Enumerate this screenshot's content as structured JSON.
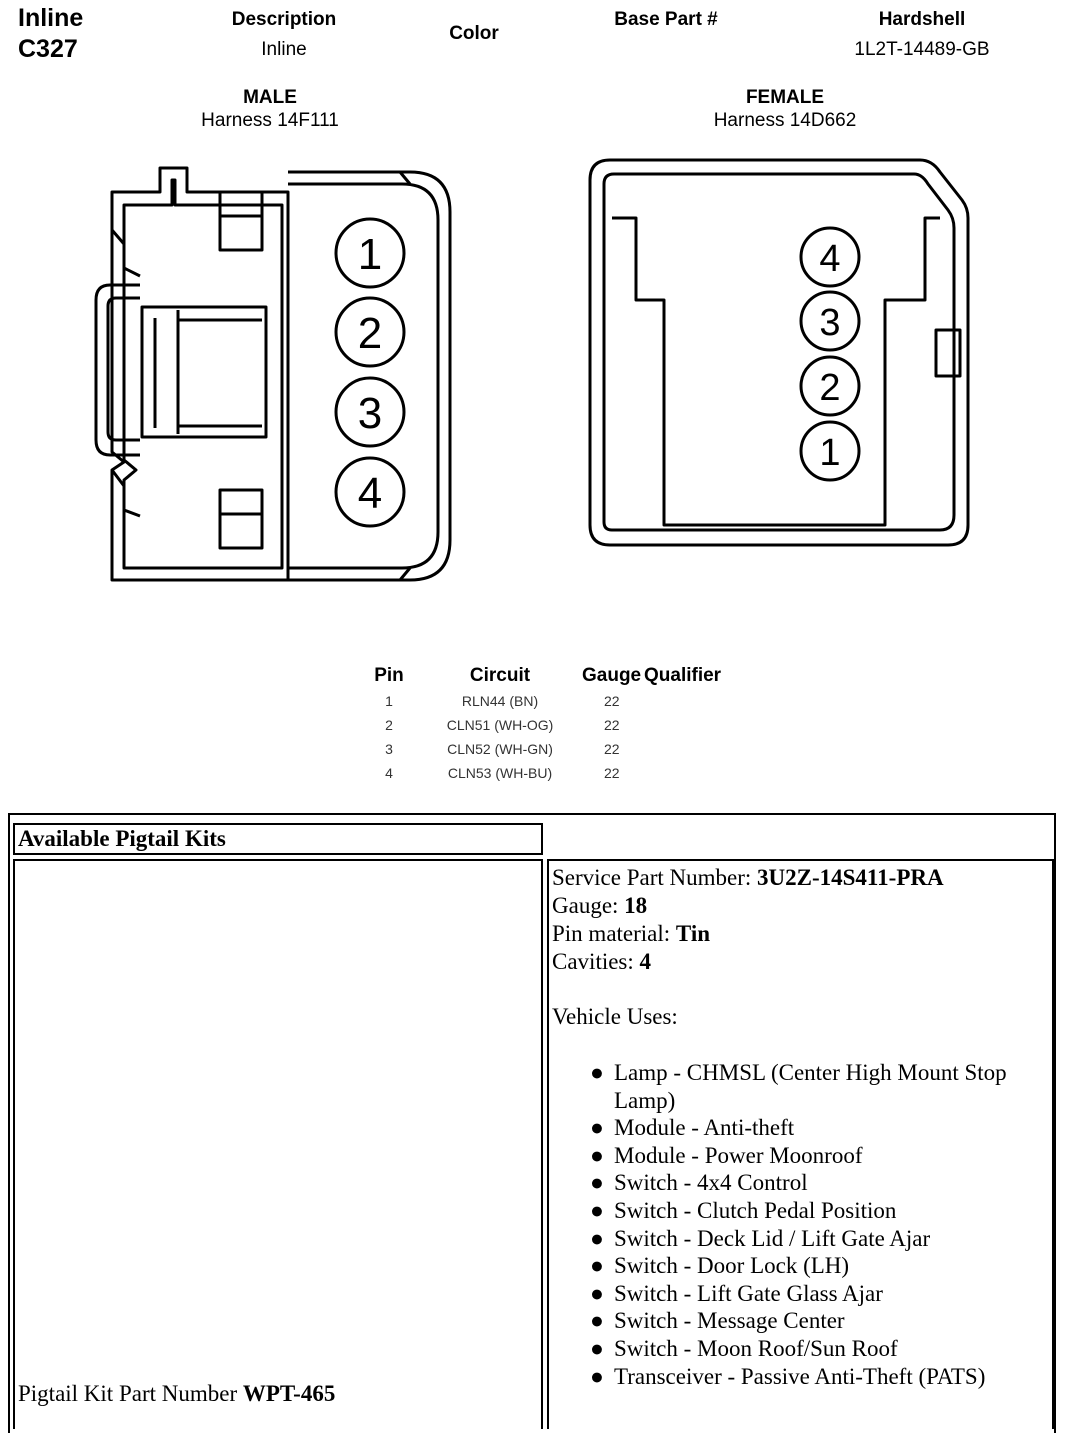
{
  "header": {
    "connector_type": "Inline",
    "connector_id": "C327",
    "description_label": "Description",
    "description_value": "Inline",
    "color_label": "Color",
    "base_part_label": "Base Part #",
    "hardshell_label": "Hardshell",
    "hardshell_value": "1L2T-14489-GB"
  },
  "male": {
    "title": "MALE",
    "harness": "Harness 14F111",
    "pins": [
      "1",
      "2",
      "3",
      "4"
    ]
  },
  "female": {
    "title": "FEMALE",
    "harness": "Harness 14D662",
    "pins": [
      "4",
      "3",
      "2",
      "1"
    ]
  },
  "pin_table": {
    "headers": [
      "Pin",
      "Circuit",
      "Gauge",
      "Qualifier"
    ],
    "rows": [
      {
        "pin": "1",
        "circuit": "RLN44 (BN)",
        "gauge": "22",
        "qualifier": ""
      },
      {
        "pin": "2",
        "circuit": "CLN51 (WH-OG)",
        "gauge": "22",
        "qualifier": ""
      },
      {
        "pin": "3",
        "circuit": "CLN52 (WH-GN)",
        "gauge": "22",
        "qualifier": ""
      },
      {
        "pin": "4",
        "circuit": "CLN53 (WH-BU)",
        "gauge": "22",
        "qualifier": ""
      }
    ]
  },
  "pigtail": {
    "title": "Available Pigtail Kits",
    "service_part_label": "Service Part Number: ",
    "service_part_value": "3U2Z-14S411-PRA",
    "gauge_label": "Gauge: ",
    "gauge_value": "18",
    "pin_material_label": "Pin material: ",
    "pin_material_value": "Tin",
    "cavities_label": "Cavities: ",
    "cavities_value": "4",
    "vehicle_uses_label": "Vehicle Uses:",
    "vehicle_uses": [
      "Lamp - CHMSL (Center High Mount Stop Lamp)",
      "Module - Anti-theft",
      "Module - Power Moonroof",
      "Switch - 4x4 Control",
      "Switch - Clutch Pedal Position",
      "Switch - Deck Lid / Lift Gate Ajar",
      "Switch - Door Lock (LH)",
      "Switch - Lift Gate Glass Ajar",
      "Switch - Message Center",
      "Switch - Moon Roof/Sun Roof",
      "Transceiver - Passive Anti-Theft (PATS)"
    ],
    "kit_part_label": "Pigtail Kit Part Number ",
    "kit_part_value": "WPT-465"
  }
}
